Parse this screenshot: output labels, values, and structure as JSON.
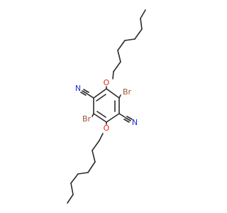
{
  "molecule": {
    "atoms": {
      "o_top": "O",
      "o_bottom": "O",
      "br_top": "Br",
      "br_bottom": "Br",
      "n_left": "N",
      "n_right": "N"
    },
    "colors": {
      "bond": "#2b2b2b",
      "oxygen": "#e8291c",
      "bromine": "#a0522d",
      "nitrogen": "#1f2fd6",
      "background": "#ffffff"
    }
  }
}
